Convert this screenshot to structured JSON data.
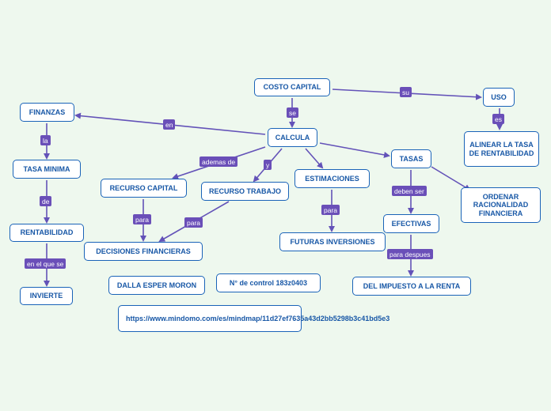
{
  "nodes": {
    "costo_capital": "COSTO CAPITAL",
    "calcula": "CALCULA",
    "finanzas": "FINANZAS",
    "tasa_minima": "TASA MINIMA",
    "rentabilidad": "RENTABILIDAD",
    "invierte": "INVIERTE",
    "recurso_capital": "RECURSO CAPITAL",
    "recurso_trabajo": "RECURSO TRABAJO",
    "decisiones_financieras": "DECISIONES FINANCIERAS",
    "estimaciones": "ESTIMACIONES",
    "futuras_inversiones": "FUTURAS INVERSIONES",
    "tasas": "TASAS",
    "efectivas": "EFECTIVAS",
    "del_impuesto": "DEL IMPUESTO A LA RENTA",
    "uso": "USO",
    "alinear": "ALINEAR LA TASA DE RENTABILIDAD",
    "ordenar": "ORDENAR RACIONALIDAD FINANCIERA",
    "autor": "DALLA ESPER MORON",
    "control": "N° de control 183z0403",
    "url": "https://www.mindomo.com/es/mindmap/11d27ef7635a43d2bb5298b3c41bd5e3"
  },
  "labels": {
    "se": "se",
    "su": "su",
    "en": "en",
    "es": "es",
    "la": "la",
    "de": "de",
    "en_el_que_se": "en el que se",
    "ademas_de": "ademas de",
    "y": "y",
    "para_1": "para",
    "para_2": "para",
    "para_3": "para",
    "deben_ser": "deben ser",
    "para_despues": "para despues"
  },
  "colors": {
    "background": "#eef8ee",
    "node_border": "#1a63b8",
    "node_text": "#1757a6",
    "connector": "#6352b8",
    "label_fill": "#6a4fb8"
  }
}
